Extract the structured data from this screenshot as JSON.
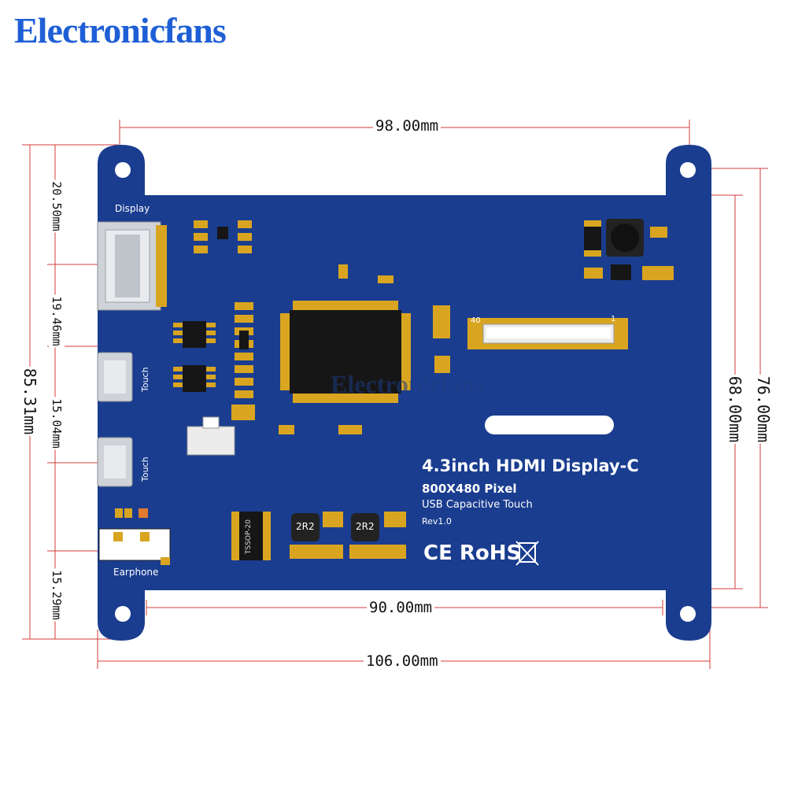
{
  "brand": "Electronicfans",
  "watermark": "Electronicfans",
  "product": {
    "title": "4.3inch HDMI Display-C",
    "resolution": "800X480 Pixel",
    "touch": "USB Capacitive Touch",
    "revision": "Rev1.0",
    "certifications": "CE RoHS"
  },
  "ports": {
    "display": "Display",
    "touch_1": "Touch",
    "touch_2": "Touch",
    "earphone": "Earphone"
  },
  "chips": {
    "inductor_1": "2R2",
    "inductor_2": "2R2",
    "tssop": "TSSOP-20"
  },
  "fpc": {
    "pin_left": "40",
    "pin_right": "1"
  },
  "dimensions": {
    "top_width": "98.00mm",
    "inner_width": "90.00mm",
    "total_width": "106.00mm",
    "total_height": "85.31mm",
    "hole_height": "76.00mm",
    "board_height": "68.00mm",
    "display_offset": "20.50mm",
    "hdmi_height": "19.46mm",
    "usb_spacing": "15.04mm",
    "earphone_offset": "15.29mm"
  },
  "colors": {
    "board": "#1a3d8f",
    "brand": "#1f5fd6",
    "gold": "#d9a520"
  }
}
